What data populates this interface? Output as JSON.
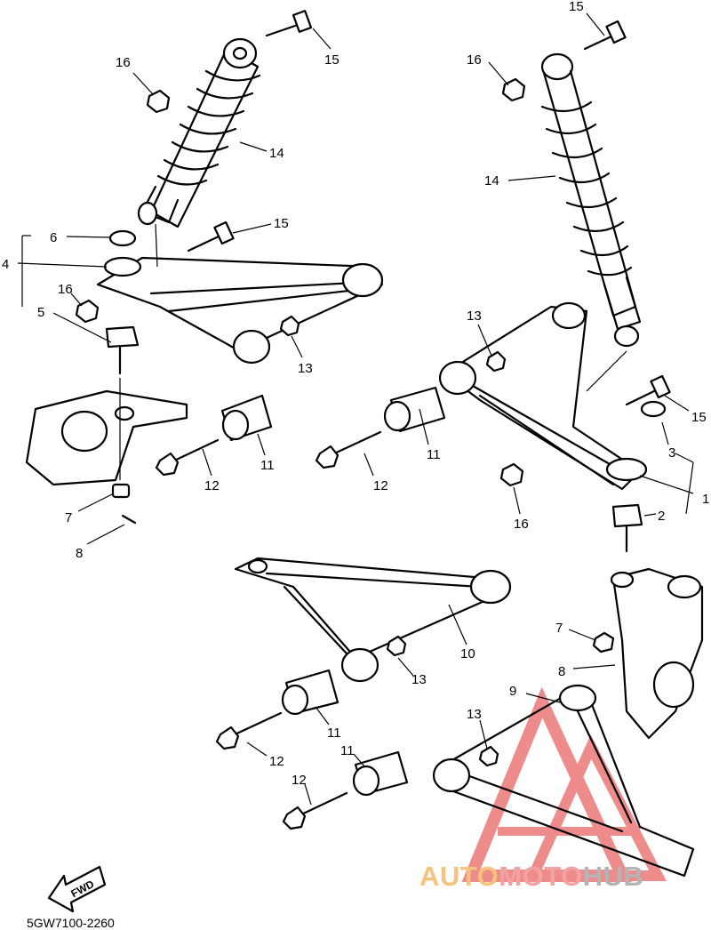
{
  "diagram": {
    "reference_code": "5GW7100-2260",
    "fwd_label": "FWD",
    "watermark": {
      "part1": "AUTO",
      "part2": "MOTO",
      "part3": "HUB"
    },
    "callouts": {
      "c15a": "15",
      "c16a": "16",
      "c14a": "14",
      "c15b": "15",
      "c6": "6",
      "c4": "4",
      "c16b": "16",
      "c5": "5",
      "c13a": "13",
      "c11a": "11",
      "c12a": "12",
      "c7a": "7",
      "c8a": "8",
      "c15c": "15",
      "c16c": "16",
      "c14b": "14",
      "c13b": "13",
      "c15d": "15",
      "c3": "3",
      "c11b": "11",
      "c12b": "12",
      "c1": "1",
      "c2": "2",
      "c16d": "16",
      "c10": "10",
      "c13c": "13",
      "c11c": "11",
      "c12c": "12",
      "c7b": "7",
      "c8b": "8",
      "c9": "9",
      "c13d": "13",
      "c11d": "11",
      "c12d": "12"
    }
  }
}
